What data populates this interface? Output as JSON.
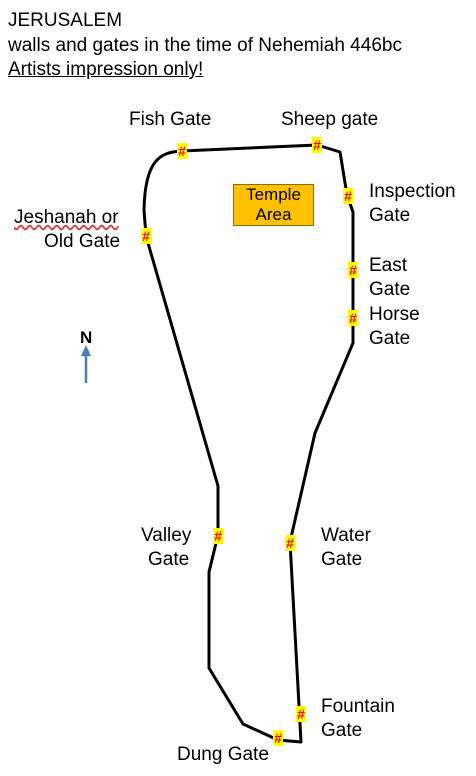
{
  "header": {
    "line1": "JERUSALEM",
    "line2": "walls and gates in the time of Nehemiah 446bc",
    "line3": "Artists impression only!"
  },
  "temple": {
    "line1": "Temple",
    "line2": "Area"
  },
  "north_label": "N",
  "gate_marker": "#",
  "colors": {
    "wall": "#000000",
    "gate_fill": "#ffff00",
    "gate_mark": "#ff0000",
    "temple": "#ffc000",
    "north_arrow": "#4a7ebb"
  },
  "gates": {
    "fish": {
      "line1": "Fish Gate"
    },
    "sheep": {
      "line1": "Sheep gate"
    },
    "inspection": {
      "line1": "Inspection",
      "line2": "Gate"
    },
    "jeshanah": {
      "line1": "Jeshanah  or",
      "line2": "Old Gate"
    },
    "east": {
      "line1": "East",
      "line2": "Gate"
    },
    "horse": {
      "line1": "Horse",
      "line2": "Gate"
    },
    "valley": {
      "line1": "Valley",
      "line2": "Gate"
    },
    "water": {
      "line1": "Water",
      "line2": "Gate"
    },
    "fountain": {
      "line1": "Fountain",
      "line2": "Gate"
    },
    "dung": {
      "line1": "Dung Gate"
    }
  }
}
